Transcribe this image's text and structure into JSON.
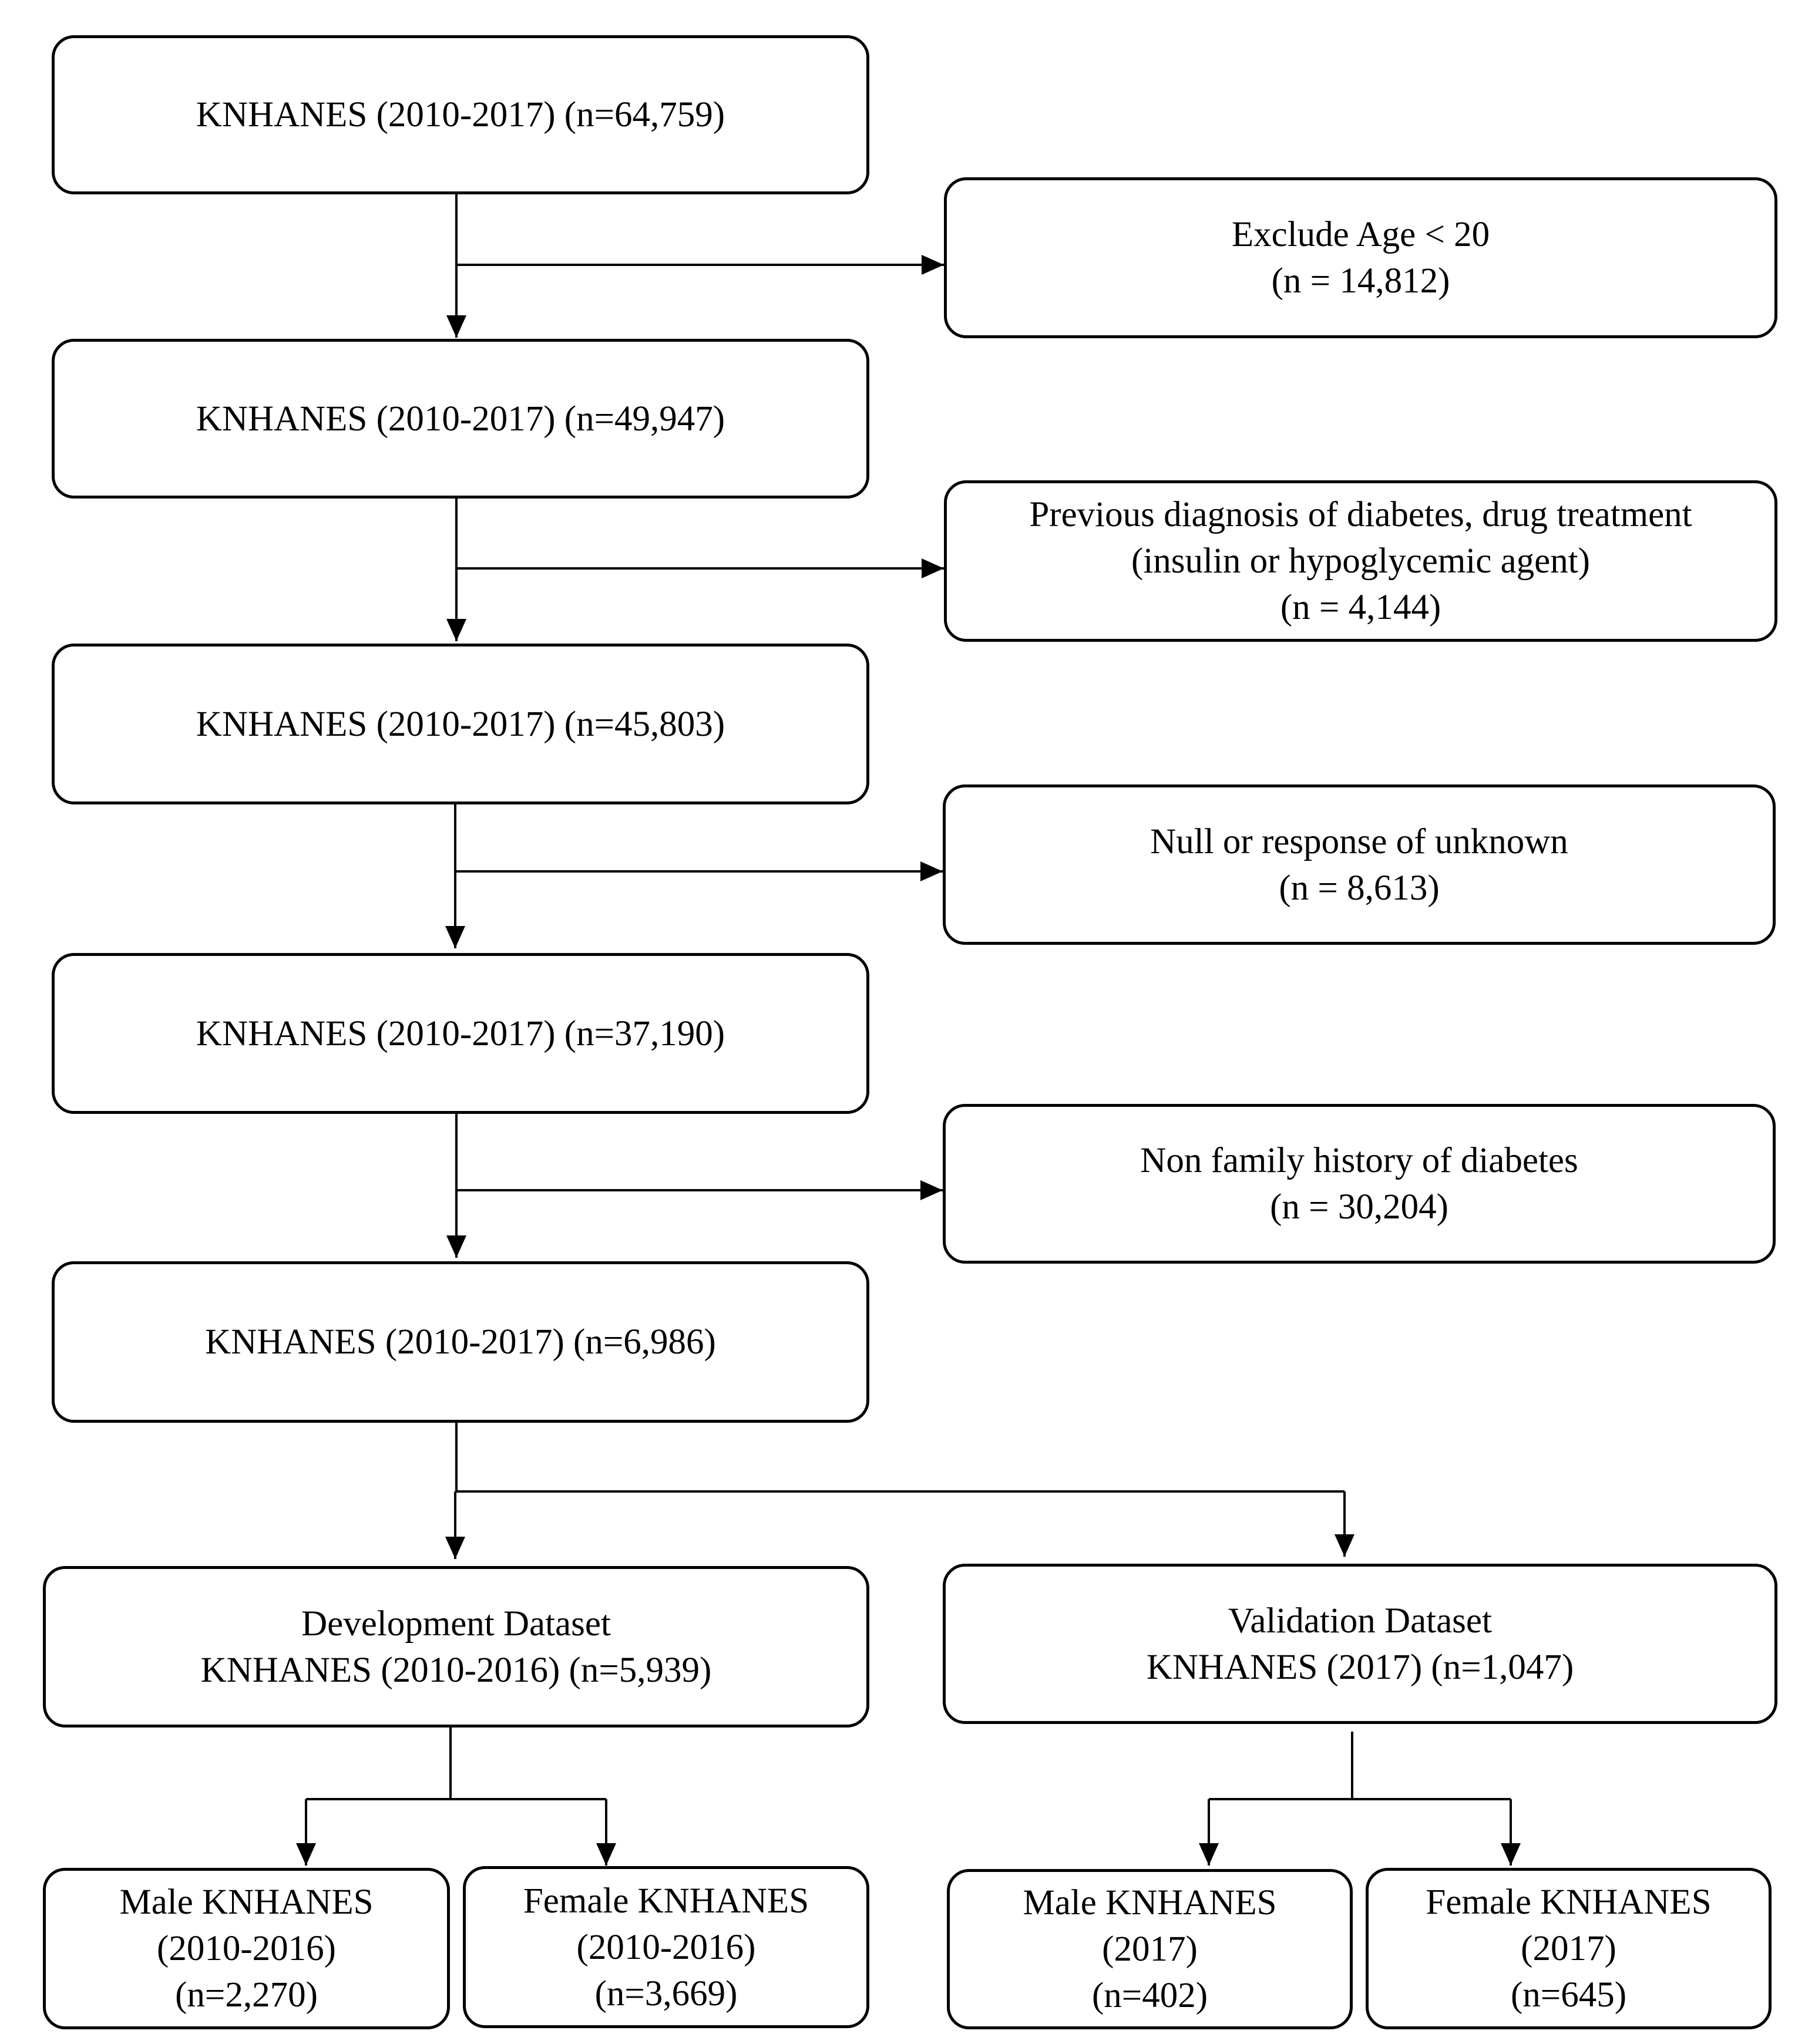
{
  "main_flow": [
    {
      "lines": [
        "KNHANES (2010-2017) (n=64,759)"
      ]
    },
    {
      "lines": [
        "KNHANES (2010-2017) (n=49,947)"
      ]
    },
    {
      "lines": [
        "KNHANES (2010-2017) (n=45,803)"
      ]
    },
    {
      "lines": [
        "KNHANES (2010-2017) (n=37,190)"
      ]
    },
    {
      "lines": [
        "KNHANES (2010-2017) (n=6,986)"
      ]
    }
  ],
  "exclusions": [
    {
      "lines": [
        "Exclude Age < 20",
        "(n = 14,812)"
      ]
    },
    {
      "lines": [
        "Previous diagnosis of diabetes, drug treatment",
        "(insulin or hypoglycemic agent)",
        "(n = 4,144)"
      ]
    },
    {
      "lines": [
        "Null or response of unknown",
        "(n = 8,613)"
      ]
    },
    {
      "lines": [
        "Non family history of diabetes",
        "(n = 30,204)"
      ]
    }
  ],
  "datasets": {
    "development": {
      "lines": [
        "Development Dataset",
        "KNHANES (2010-2016) (n=5,939)"
      ]
    },
    "validation": {
      "lines": [
        "Validation Dataset",
        "KNHANES (2017) (n=1,047)"
      ]
    }
  },
  "subgroups": {
    "dev_male": {
      "lines": [
        "Male KNHANES",
        "(2010-2016)",
        "(n=2,270)"
      ]
    },
    "dev_female": {
      "lines": [
        "Female KNHANES",
        "(2010-2016)",
        "(n=3,669)"
      ]
    },
    "val_male": {
      "lines": [
        "Male KNHANES",
        "(2017)",
        "(n=402)"
      ]
    },
    "val_female": {
      "lines": [
        "Female KNHANES",
        "(2017)",
        "(n=645)"
      ]
    }
  },
  "colors": {
    "stroke": "#000000",
    "background": "#ffffff"
  }
}
